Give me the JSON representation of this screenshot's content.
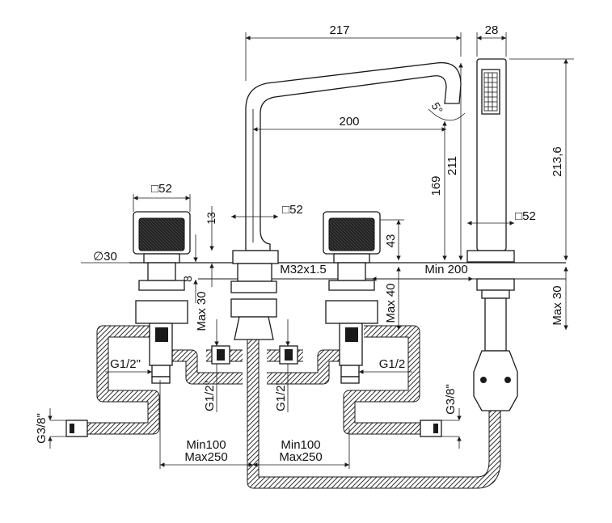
{
  "dimensions": {
    "spout_reach_total": "217",
    "handshower_width": "28",
    "spout_reach": "200",
    "spout_angle": "5°",
    "spout_height_169": "169",
    "spout_height_211": "211",
    "handshower_height": "213,6",
    "handle_square_left": "□52",
    "spout_base_square": "□52",
    "handshower_base_square": "□52",
    "handle_height": "43",
    "base_height_13": "13",
    "hole_diameter": "∅30",
    "thread_size": "M32x1.5",
    "min_spacing_shower": "Min 200",
    "plate_8": "8",
    "max_deck_left": "Max 30",
    "max_deck_mid": "Max 40",
    "max_deck_right": "Max 30",
    "connection_g12_left": "G1/2\"",
    "connection_g12_right": "G1/2",
    "connection_g12_vert_left": "G1/2\"",
    "connection_g12_vert_right": "G1/2\"",
    "connection_g38_left": "G3/8\"",
    "connection_g38_right": "G3/8\"",
    "spacing_left_min": "Min100",
    "spacing_left_max": "Max250",
    "spacing_right_min": "Min100",
    "spacing_right_max": "Max250"
  },
  "colors": {
    "ink": "#1a1a1a",
    "background": "#ffffff"
  }
}
